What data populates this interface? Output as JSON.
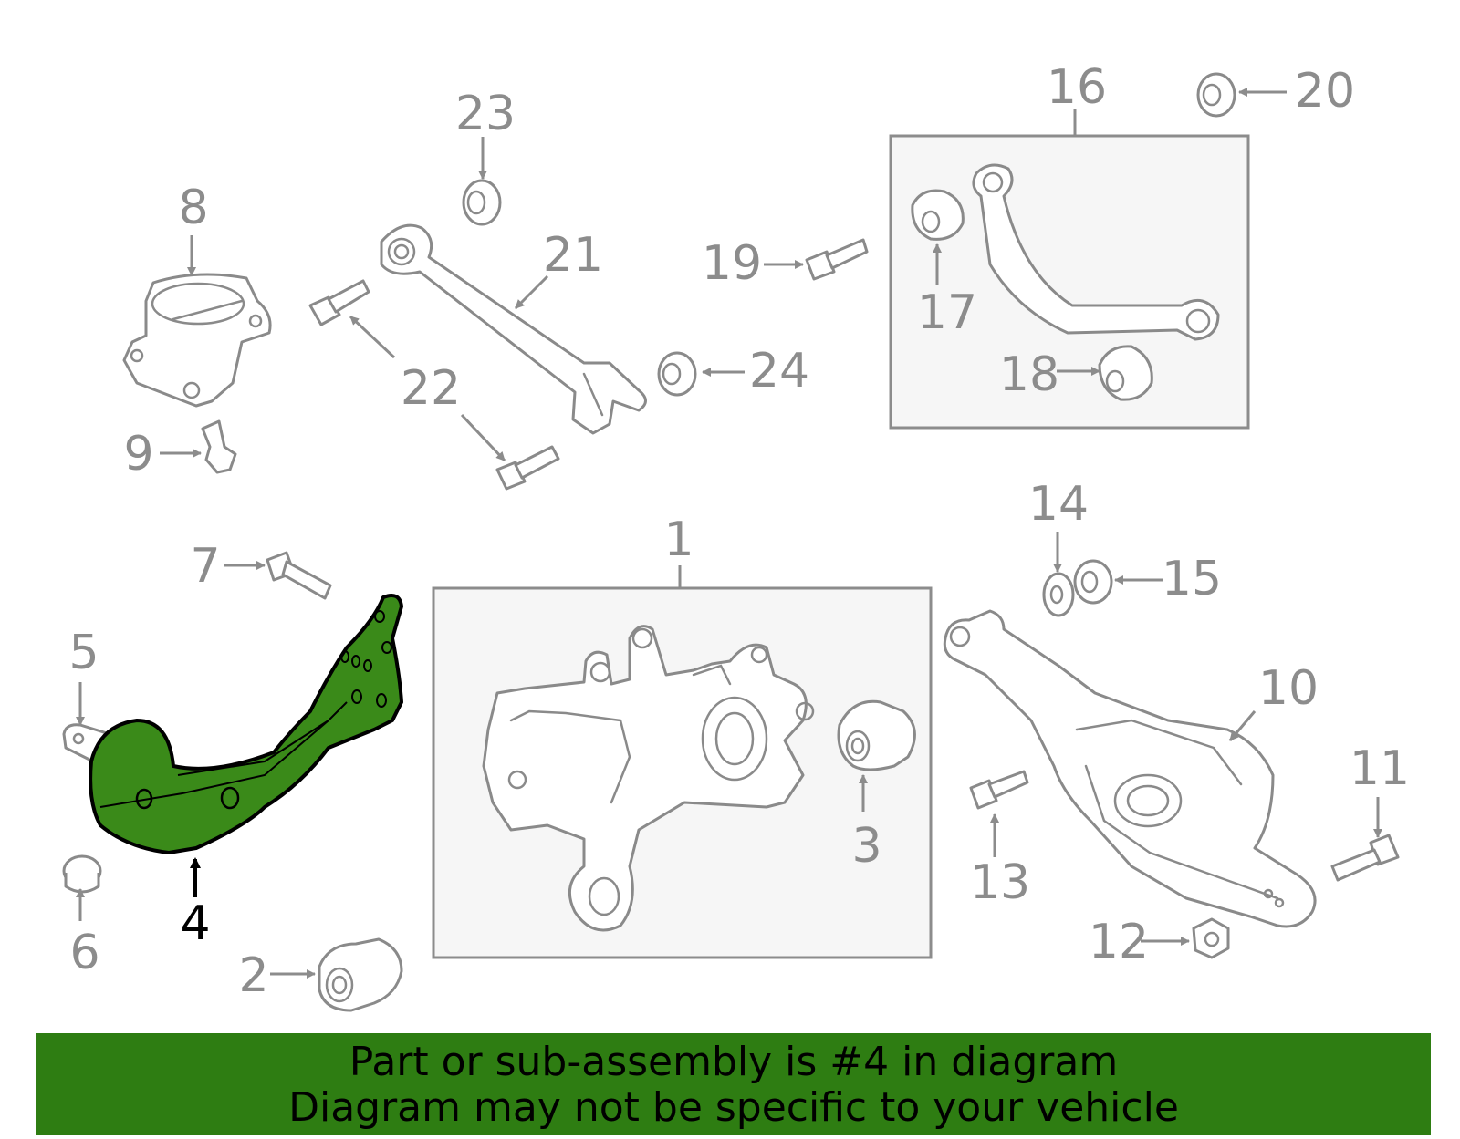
{
  "colors": {
    "highlight": "#3a8a19",
    "banner": "#2e7d12",
    "part_lines": "#8a8a8a"
  },
  "highlighted_part": "4",
  "labels": {
    "p1": "1",
    "p2": "2",
    "p3": "3",
    "p4": "4",
    "p5": "5",
    "p6": "6",
    "p7": "7",
    "p8": "8",
    "p9": "9",
    "p10": "10",
    "p11": "11",
    "p12": "12",
    "p13": "13",
    "p14": "14",
    "p15": "15",
    "p16": "16",
    "p17": "17",
    "p18": "18",
    "p19": "19",
    "p20": "20",
    "p21": "21",
    "p22": "22",
    "p23": "23",
    "p24": "24"
  },
  "banner": {
    "line1": "Part or sub-assembly is #4 in diagram",
    "line2": "Diagram may not be specific to your vehicle"
  }
}
